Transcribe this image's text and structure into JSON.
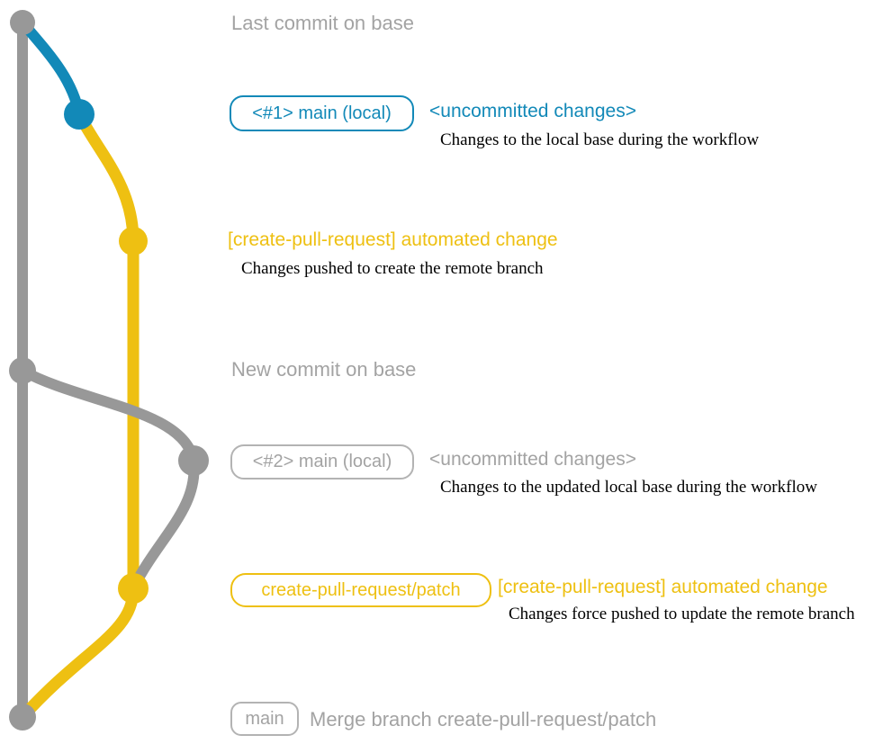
{
  "colors": {
    "branch_gray": "#989898",
    "text_gray": "#a3a3a3",
    "blue": "#1289b8",
    "yellow": "#eec012",
    "description_black": "#000000"
  },
  "rows": {
    "last_commit": {
      "label": "Last commit on base"
    },
    "uncommitted_1": {
      "badge": "<#1> main (local)",
      "title": "<uncommitted changes>",
      "desc": "Changes to the local base during the workflow"
    },
    "automated_1": {
      "title": "[create-pull-request] automated change",
      "desc": "Changes pushed to create the remote branch"
    },
    "new_commit": {
      "label": "New commit on base"
    },
    "uncommitted_2": {
      "badge": "<#2> main (local)",
      "title": "<uncommitted changes>",
      "desc": "Changes to the updated local base during the workflow"
    },
    "automated_2": {
      "badge": "create-pull-request/patch",
      "title": "[create-pull-request] automated change",
      "desc": "Changes force pushed to update the remote branch"
    },
    "merge": {
      "badge": "main",
      "label": "Merge branch create-pull-request/patch"
    }
  },
  "graph": {
    "branches": [
      "base (main)",
      "local main changes",
      "create-pull-request/patch"
    ],
    "node_count": 7
  }
}
